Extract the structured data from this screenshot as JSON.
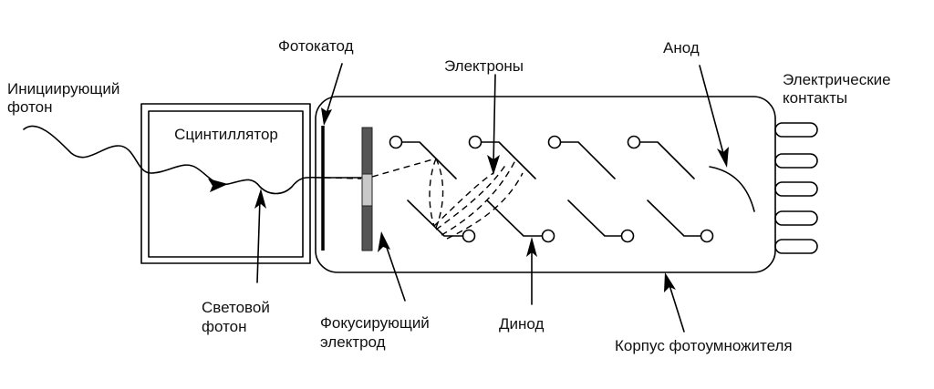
{
  "title": "Схема фотоумножителя со сцинтиллятором",
  "labels": {
    "initiating_photon_line1": "Инициирующий",
    "initiating_photon_line2": "фотон",
    "scintillator": "Сцинтиллятор",
    "photocathode": "Фотокатод",
    "electrons": "Электроны",
    "anode": "Анод",
    "electrical_contacts_line1": "Электрические",
    "electrical_contacts_line2": "контакты",
    "light_photon_line1": "Световой",
    "light_photon_line2": "фотон",
    "focusing_electrode_line1": "Фокусирующий",
    "focusing_electrode_line2": "электрод",
    "dynode": "Динод",
    "pmt_body": "Корпус фотоумножителя"
  },
  "components": {
    "dynode_count": 8,
    "contact_pin_count": 5
  },
  "colors": {
    "line": "#000000",
    "focusing_electrode_dark": "#555555",
    "focusing_electrode_light": "#c8c8c8",
    "background": "#ffffff"
  }
}
